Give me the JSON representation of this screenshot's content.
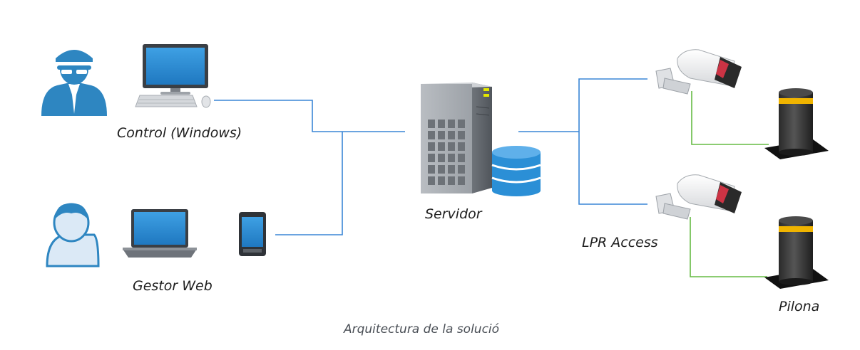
{
  "labels": {
    "control": "Control (Windows)",
    "gestor": "Gestor Web",
    "servidor": "Servidor",
    "lpr": "LPR Access",
    "pilona": "Pilona"
  },
  "caption": "Arquitectura de la solució",
  "colors": {
    "user_blue": "#2e86c1",
    "screen_blue": "#2b8fd6",
    "link_blue": "#3a86d6",
    "link_green": "#66bb44",
    "server_gray": "#8a8e93",
    "db_blue": "#2b8fd6",
    "bollard_body": "#3a3a3a",
    "bollard_band": "#f0b400"
  },
  "icons": [
    "officer-icon",
    "desktop-computer-icon",
    "user-icon",
    "laptop-icon",
    "mobile-phone-icon",
    "server-tower-icon",
    "database-icon",
    "camera-icon",
    "bollard-icon"
  ]
}
